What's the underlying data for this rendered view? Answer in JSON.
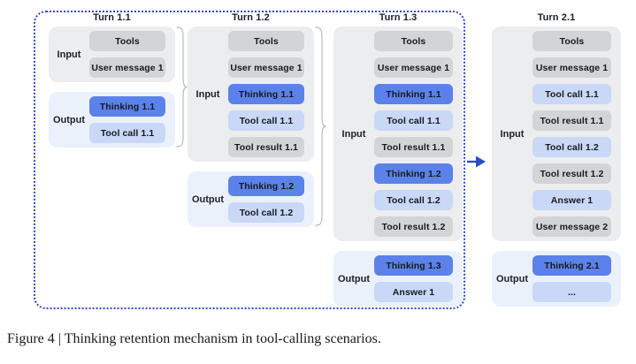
{
  "figure": {
    "caption": "Figure 4 | Thinking retention mechanism in tool-calling scenarios."
  },
  "labels": {
    "input": "Input",
    "output": "Output"
  },
  "colors": {
    "dashed_border": "#2e4bc6",
    "arrow": "#2e4bc6",
    "thinking_box": "#5b82e8",
    "light_blue_box": "#c9d8f7",
    "gray_box": "#d2d4d7",
    "input_panel": "#ecedef",
    "output_panel": "#eaf1fb",
    "box_text": "#17191d",
    "brace": "#b7bac1"
  },
  "turns": [
    {
      "title": "Turn 1.1",
      "input": [
        {
          "label": "Tools",
          "type": "gray"
        },
        {
          "label": "User message 1",
          "type": "gray"
        }
      ],
      "output": [
        {
          "label": "Thinking 1.1",
          "type": "thinking"
        },
        {
          "label": "Tool call 1.1",
          "type": "light"
        }
      ]
    },
    {
      "title": "Turn 1.2",
      "input": [
        {
          "label": "Tools",
          "type": "gray"
        },
        {
          "label": "User message 1",
          "type": "gray"
        },
        {
          "label": "Thinking 1.1",
          "type": "thinking"
        },
        {
          "label": "Tool call 1.1",
          "type": "light"
        },
        {
          "label": "Tool result 1.1",
          "type": "gray"
        }
      ],
      "output": [
        {
          "label": "Thinking 1.2",
          "type": "thinking"
        },
        {
          "label": "Tool call 1.2",
          "type": "light"
        }
      ]
    },
    {
      "title": "Turn 1.3",
      "input": [
        {
          "label": "Tools",
          "type": "gray"
        },
        {
          "label": "User message 1",
          "type": "gray"
        },
        {
          "label": "Thinking 1.1",
          "type": "thinking"
        },
        {
          "label": "Tool call 1.1",
          "type": "light"
        },
        {
          "label": "Tool result 1.1",
          "type": "gray"
        },
        {
          "label": "Thinking 1.2",
          "type": "thinking"
        },
        {
          "label": "Tool call 1.2",
          "type": "light"
        },
        {
          "label": "Tool result 1.2",
          "type": "gray"
        }
      ],
      "output": [
        {
          "label": "Thinking 1.3",
          "type": "thinking"
        },
        {
          "label": "Answer 1",
          "type": "light"
        }
      ]
    },
    {
      "title": "Turn 2.1",
      "input": [
        {
          "label": "Tools",
          "type": "gray"
        },
        {
          "label": "User message 1",
          "type": "gray"
        },
        {
          "label": "Tool call 1.1",
          "type": "light"
        },
        {
          "label": "Tool result 1.1",
          "type": "gray"
        },
        {
          "label": "Tool call 1.2",
          "type": "light"
        },
        {
          "label": "Tool result 1.2",
          "type": "gray"
        },
        {
          "label": "Answer 1",
          "type": "light"
        },
        {
          "label": "User message 2",
          "type": "gray"
        }
      ],
      "output": [
        {
          "label": "Thinking 2.1",
          "type": "thinking"
        },
        {
          "label": "...",
          "type": "light"
        }
      ]
    }
  ]
}
